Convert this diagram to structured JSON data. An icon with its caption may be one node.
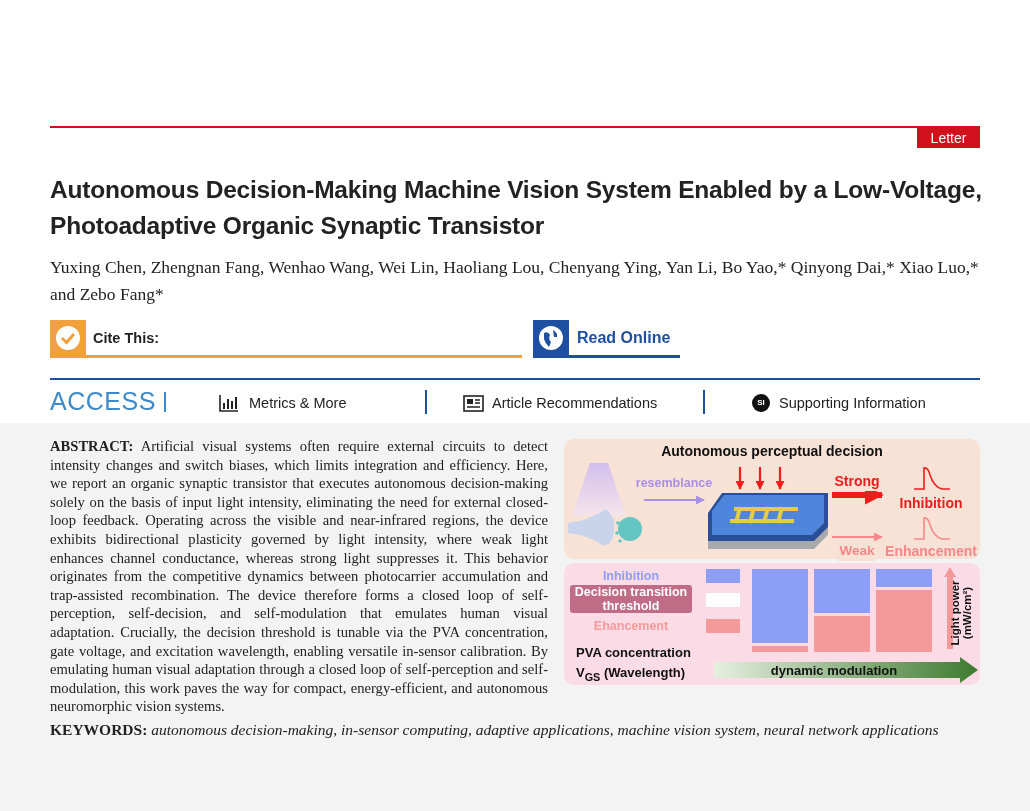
{
  "diagram": {
    "title": "Autonomous Decision-Making Machine Vision System Enabled by a Low-Voltage, Photoadaptive Organic Synaptic Transistor",
    "nodes": [
      {
        "text": [
          "Autonomous perceptual decision"
        ]
      },
      {
        "text": [],
        "shape": "picture",
        "in": 0
      },
      {
        "text": [],
        "shape": "picture",
        "in": 0
      },
      {
        "text": [
          "Inhibition"
        ],
        "in": 0
      },
      {
        "text": [
          "Enhancement"
        ],
        "in": 0
      }
    ],
    "edges": [
      {
        "from": 1,
        "to": 2,
        "arrow": "to",
        "label": "resemblance",
        "color": "#a890e6"
      },
      {
        "from": null,
        "to": 2,
        "arrow": "to"
      },
      {
        "from": null,
        "to": 2,
        "arrow": "to"
      },
      {
        "from": null,
        "to": 2,
        "arrow": "to"
      },
      {
        "from": 2,
        "to": 3,
        "arrow": "to",
        "label": "Strong",
        "style": "thick"
      },
      {
        "from": 2,
        "to": 4,
        "arrow": "to",
        "label": "Weak",
        "color": "#f4888a"
      }
    ],
    "labels": [
      "Letter",
      "Yuxing Chen, Zhengnan Fang, Wenhao Wang, Wei Lin, Haoliang Lou, Chenyang Ying, Yan Li, Bo Yao,* Qinyong Dai,* Xiao Luo,* and Zebo Fang*",
      "Cite This:",
      "Read Online",
      "ACCESS",
      "Metrics & More",
      "Article Recommendations",
      "SI",
      "Supporting Information",
      "**ABSTRACT:** Artificial visual systems often require external circuits to detect intensity changes and switch biases, which limits integration and efficiency. Here, we report an organic synaptic transistor that executes autonomous decision-making solely on the basis of input light intensity, eliminating the need for external closed-loop feedback. Operating across the visible and near-infrared regions, the device exhibits bidirectional plasticity governed by light intensity, where weak light enhances channel conductance, whereas strong light suppresses it. This behavior originates from the competitive dynamics between photocarrier accumulation and trap-assisted recombination. The device therefore forms a closed loop of self-perception, self-decision, and self-modulation that emulates human visual adaptation. Crucially, the decision threshold is tunable via the PVA concentration, gate voltage, and excitation wavelength, enabling versatile in-sensor calibration. By emulating human visual adaptation through a closed loop of self-perception and self-modulation, this work paves the way for compact, energy-efficient, and autonomous neuromorphic vision systems.",
      "Light power (mW/cm²)",
      "PVA concentration",
      "V$_{GS}$ (Wavelength)",
      "dynamic modulation",
      "**KEYWORDS:** *autonomous decision-making, in-sensor computing, adaptive applications, machine vision system, neural network applications*"
    ],
    "legend": [
      {
        "text": "Inhibition",
        "color": "#8c9ef6"
      },
      {
        "text": "Decision transition threshold",
        "color": "#ffffff"
      },
      {
        "text": "Ehancement",
        "color": "#f59a9a"
      }
    ]
  }
}
